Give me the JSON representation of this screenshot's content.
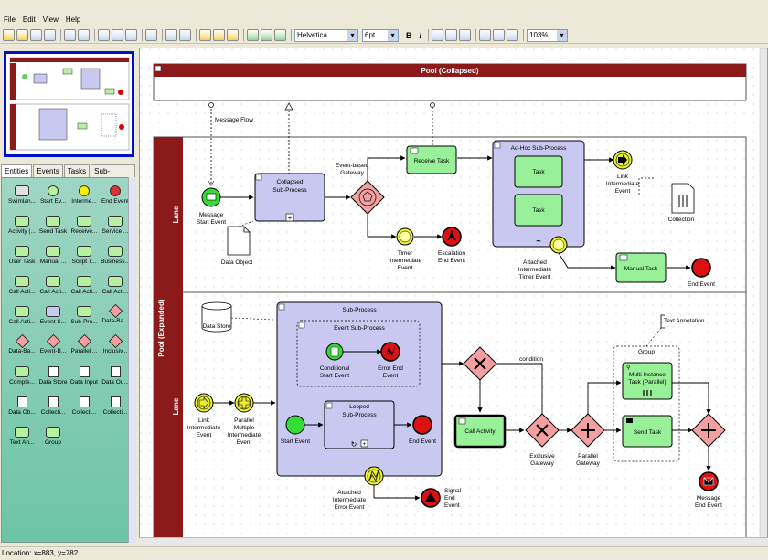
{
  "menu": [
    "File",
    "Edit",
    "View",
    "Help"
  ],
  "toolbar": {
    "font": "Helvetica",
    "size": "6pt",
    "bold": "B",
    "italic": "i",
    "zoom": "103%"
  },
  "tabs": [
    "Entities",
    "Events",
    "Tasks",
    "Sub-Processes"
  ],
  "palette": [
    "Swimlan...",
    "Start Ev...",
    "Interme...",
    "End Event",
    "Activity (...",
    "Send Task",
    "Receive...",
    "Service ...",
    "User Task",
    "Manual ...",
    "Script T...",
    "Business...",
    "Call Acti...",
    "Call Acti...",
    "Call Acti...",
    "Call Acti...",
    "Call Acti...",
    "Event S...",
    "Sub-Pro...",
    "Data-Ba...",
    "Data-Ba...",
    "Event-B...",
    "Parallel ...",
    "Inclusiv...",
    "Comple...",
    "Data Store",
    "Data Input",
    "Data Ou...",
    "Data Ob...",
    "Collecti...",
    "Collecti...",
    "Collecti...",
    "Text An...",
    "Group"
  ],
  "diagram": {
    "pool_collapsed": "Pool (Collapsed)",
    "pool_expanded": "Pool (Expanded)",
    "lane": "Lane",
    "message_flow": "Message Flow",
    "message_start": [
      "Message",
      "Start Event"
    ],
    "collapsed_sub": [
      "Collapsed",
      "Sub-Process"
    ],
    "event_gateway": [
      "Event-based",
      "Gateway"
    ],
    "receive_task": "Receive Task",
    "adhoc": "Ad-Hoc Sub-Process",
    "task": "Task",
    "link_event": [
      "Link",
      "Intermediate",
      "Event"
    ],
    "collection": "Collection",
    "data_object": "Data Object",
    "timer_event": [
      "Timer",
      "Intermediate",
      "Event"
    ],
    "escalation_event": [
      "Escalation",
      "End Event"
    ],
    "attached_timer": [
      "Attached",
      "Intermediate",
      "Timer Event"
    ],
    "manual_task": "Manual Task",
    "end_event": "End Event",
    "data_store": "Data Store",
    "sub_process": "Sub-Process",
    "event_sub_process": "Event Sub-Process",
    "conditional_start": [
      "Conditional",
      "Start Event"
    ],
    "error_end": [
      "Error End",
      "Event"
    ],
    "condition": "condition",
    "text_annotation": "Text Annotation",
    "group": "Group",
    "link_event2": [
      "Link",
      "Intermediate",
      "Event"
    ],
    "parallel_multiple": [
      "Parallel",
      "Multiple",
      "Intermediate",
      "Event"
    ],
    "looped_sub": [
      "Looped",
      "Sub-Process"
    ],
    "start_event": "Start Event",
    "call_activity": "Call Activity",
    "exclusive_gateway": [
      "Exclusive",
      "Gateway"
    ],
    "parallel_gateway": [
      "Parallel",
      "Gateway"
    ],
    "multi_instance": [
      "Multi Instance",
      "Task (Parallel)"
    ],
    "send_task": "Send Task",
    "message_end": [
      "Message",
      "End Event"
    ],
    "attached_error": [
      "Attached",
      "Intermediate",
      "Error Event"
    ],
    "signal_end": [
      "Signal",
      "End",
      "Event"
    ]
  },
  "status": "Location: x=883, y=782"
}
